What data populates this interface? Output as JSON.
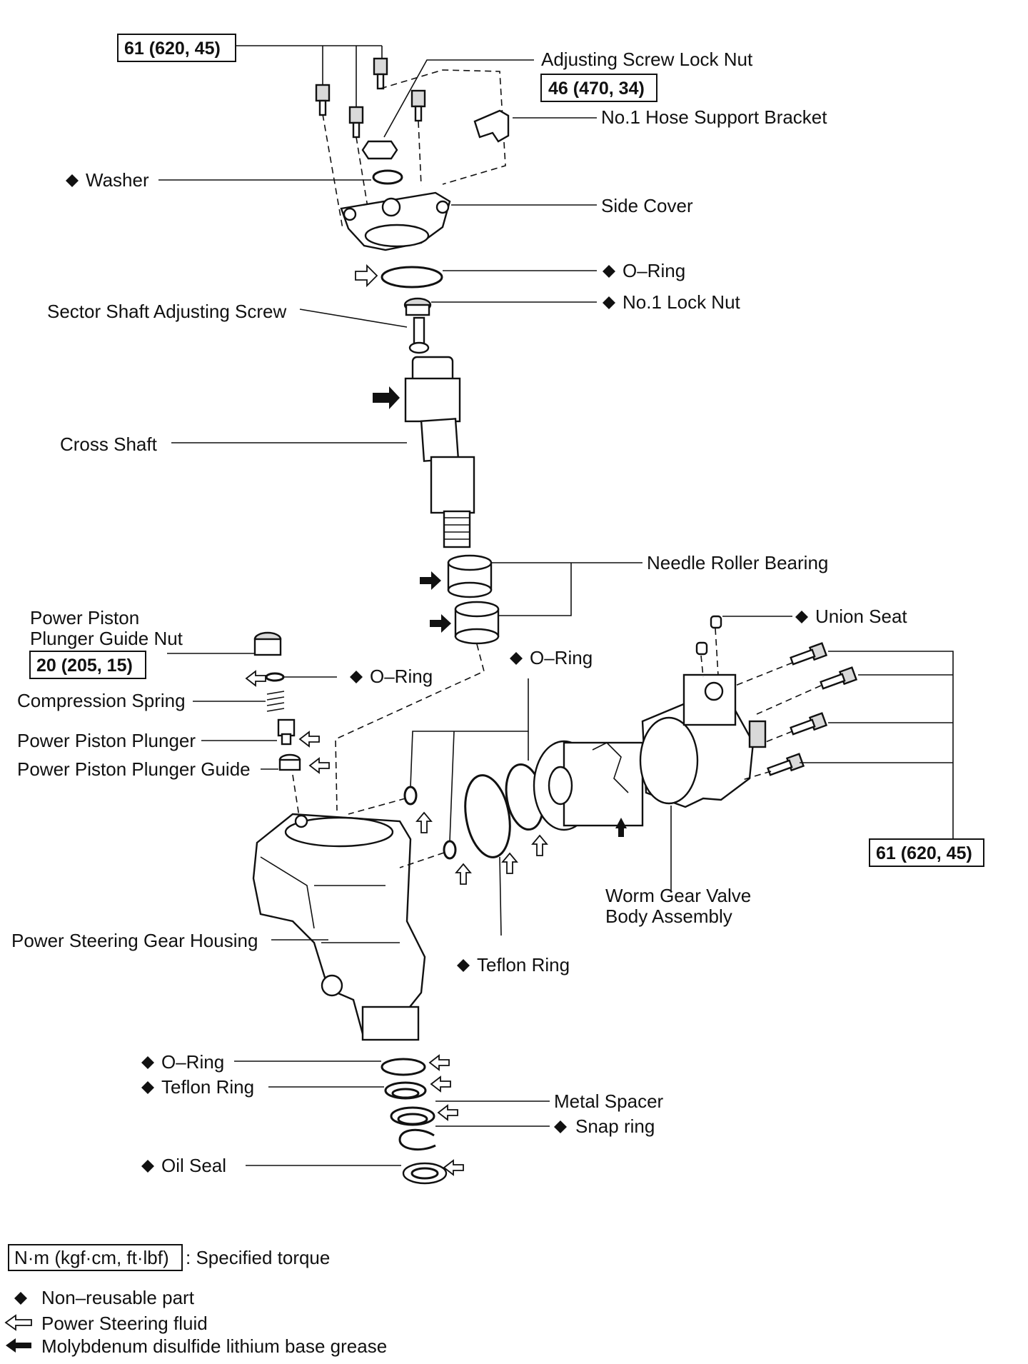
{
  "labels": {
    "adjusting_screw_lock_nut": "Adjusting Screw Lock Nut",
    "no1_hose_support_bracket": "No.1 Hose Support Bracket",
    "washer": "Washer",
    "side_cover": "Side Cover",
    "o_ring_top": "O–Ring",
    "no1_lock_nut": "No.1 Lock Nut",
    "sector_shaft_adjusting_screw": "Sector Shaft Adjusting Screw",
    "cross_shaft": "Cross Shaft",
    "needle_roller_bearing": "Needle Roller Bearing",
    "union_seat": "Union Seat",
    "power_piston_plunger_guide_nut_line1": "Power Piston",
    "power_piston_plunger_guide_nut_line2": "Plunger Guide Nut",
    "o_ring_guide_nut": "O–Ring",
    "o_ring_housing": "O–Ring",
    "compression_spring": "Compression Spring",
    "power_piston_plunger": "Power Piston Plunger",
    "power_piston_plunger_guide": "Power Piston Plunger Guide",
    "worm_gear_valve_body_line1": "Worm Gear Valve",
    "worm_gear_valve_body_line2": "Body Assembly",
    "power_steering_gear_housing": "Power Steering Gear Housing",
    "teflon_ring_mid": "Teflon Ring",
    "o_ring_bottom": "O–Ring",
    "teflon_ring_bottom": "Teflon Ring",
    "metal_spacer": "Metal Spacer",
    "snap_ring": "Snap ring",
    "oil_seal": "Oil Seal"
  },
  "torques": {
    "top_left": "61 (620, 45)",
    "lock_nut": "46 (470, 34)",
    "guide_nut": "20 (205, 15)",
    "right": "61 (620, 45)"
  },
  "legend": {
    "torque_units": "N·m (kgf·cm, ft·lbf)",
    "torque_desc": ": Specified torque",
    "non_reusable": "Non–reusable part",
    "fluid": "Power Steering fluid",
    "grease": "Molybdenum disulfide lithium base grease"
  },
  "icons": {
    "non_reusable": "black-diamond",
    "fluid": "open-arrow",
    "grease": "solid-arrow"
  }
}
